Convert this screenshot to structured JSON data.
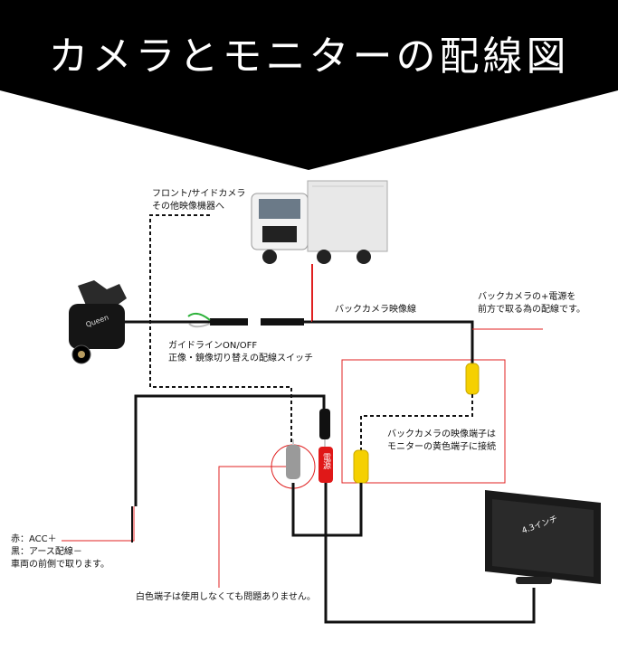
{
  "title": "カメラとモニターの配線図",
  "labels": {
    "front_side_1": "フロント/サイドカメラ",
    "front_side_2": "その他映像機器へ",
    "back_video": "バックカメラ映像線",
    "power_1": "バックカメラの+電源を",
    "power_2": "前方で取る為の配線です。",
    "guide_1": "ガイドラインON/OFF",
    "guide_2": "正像・鏡像切り替えの配線スイッチ",
    "terminal_1": "バックカメラの映像端子は",
    "terminal_2": "モニターの黄色端子に接続",
    "acc_1": "赤：ACC＋",
    "acc_2": "黒：アース配線－",
    "acc_3": "車両の前側で取ります。",
    "white_terminal": "白色端子は使用しなくても問題ありません。"
  },
  "camera_brand": "Queen",
  "monitor_label": "4.3インチ",
  "power_connector_label": "電源",
  "colors": {
    "banner": "#000000",
    "red_wire": "#e02020",
    "yellow": "#f5d000",
    "grey": "#9a9a9a",
    "red_connector": "#e01818",
    "black_wire": "#111111"
  }
}
